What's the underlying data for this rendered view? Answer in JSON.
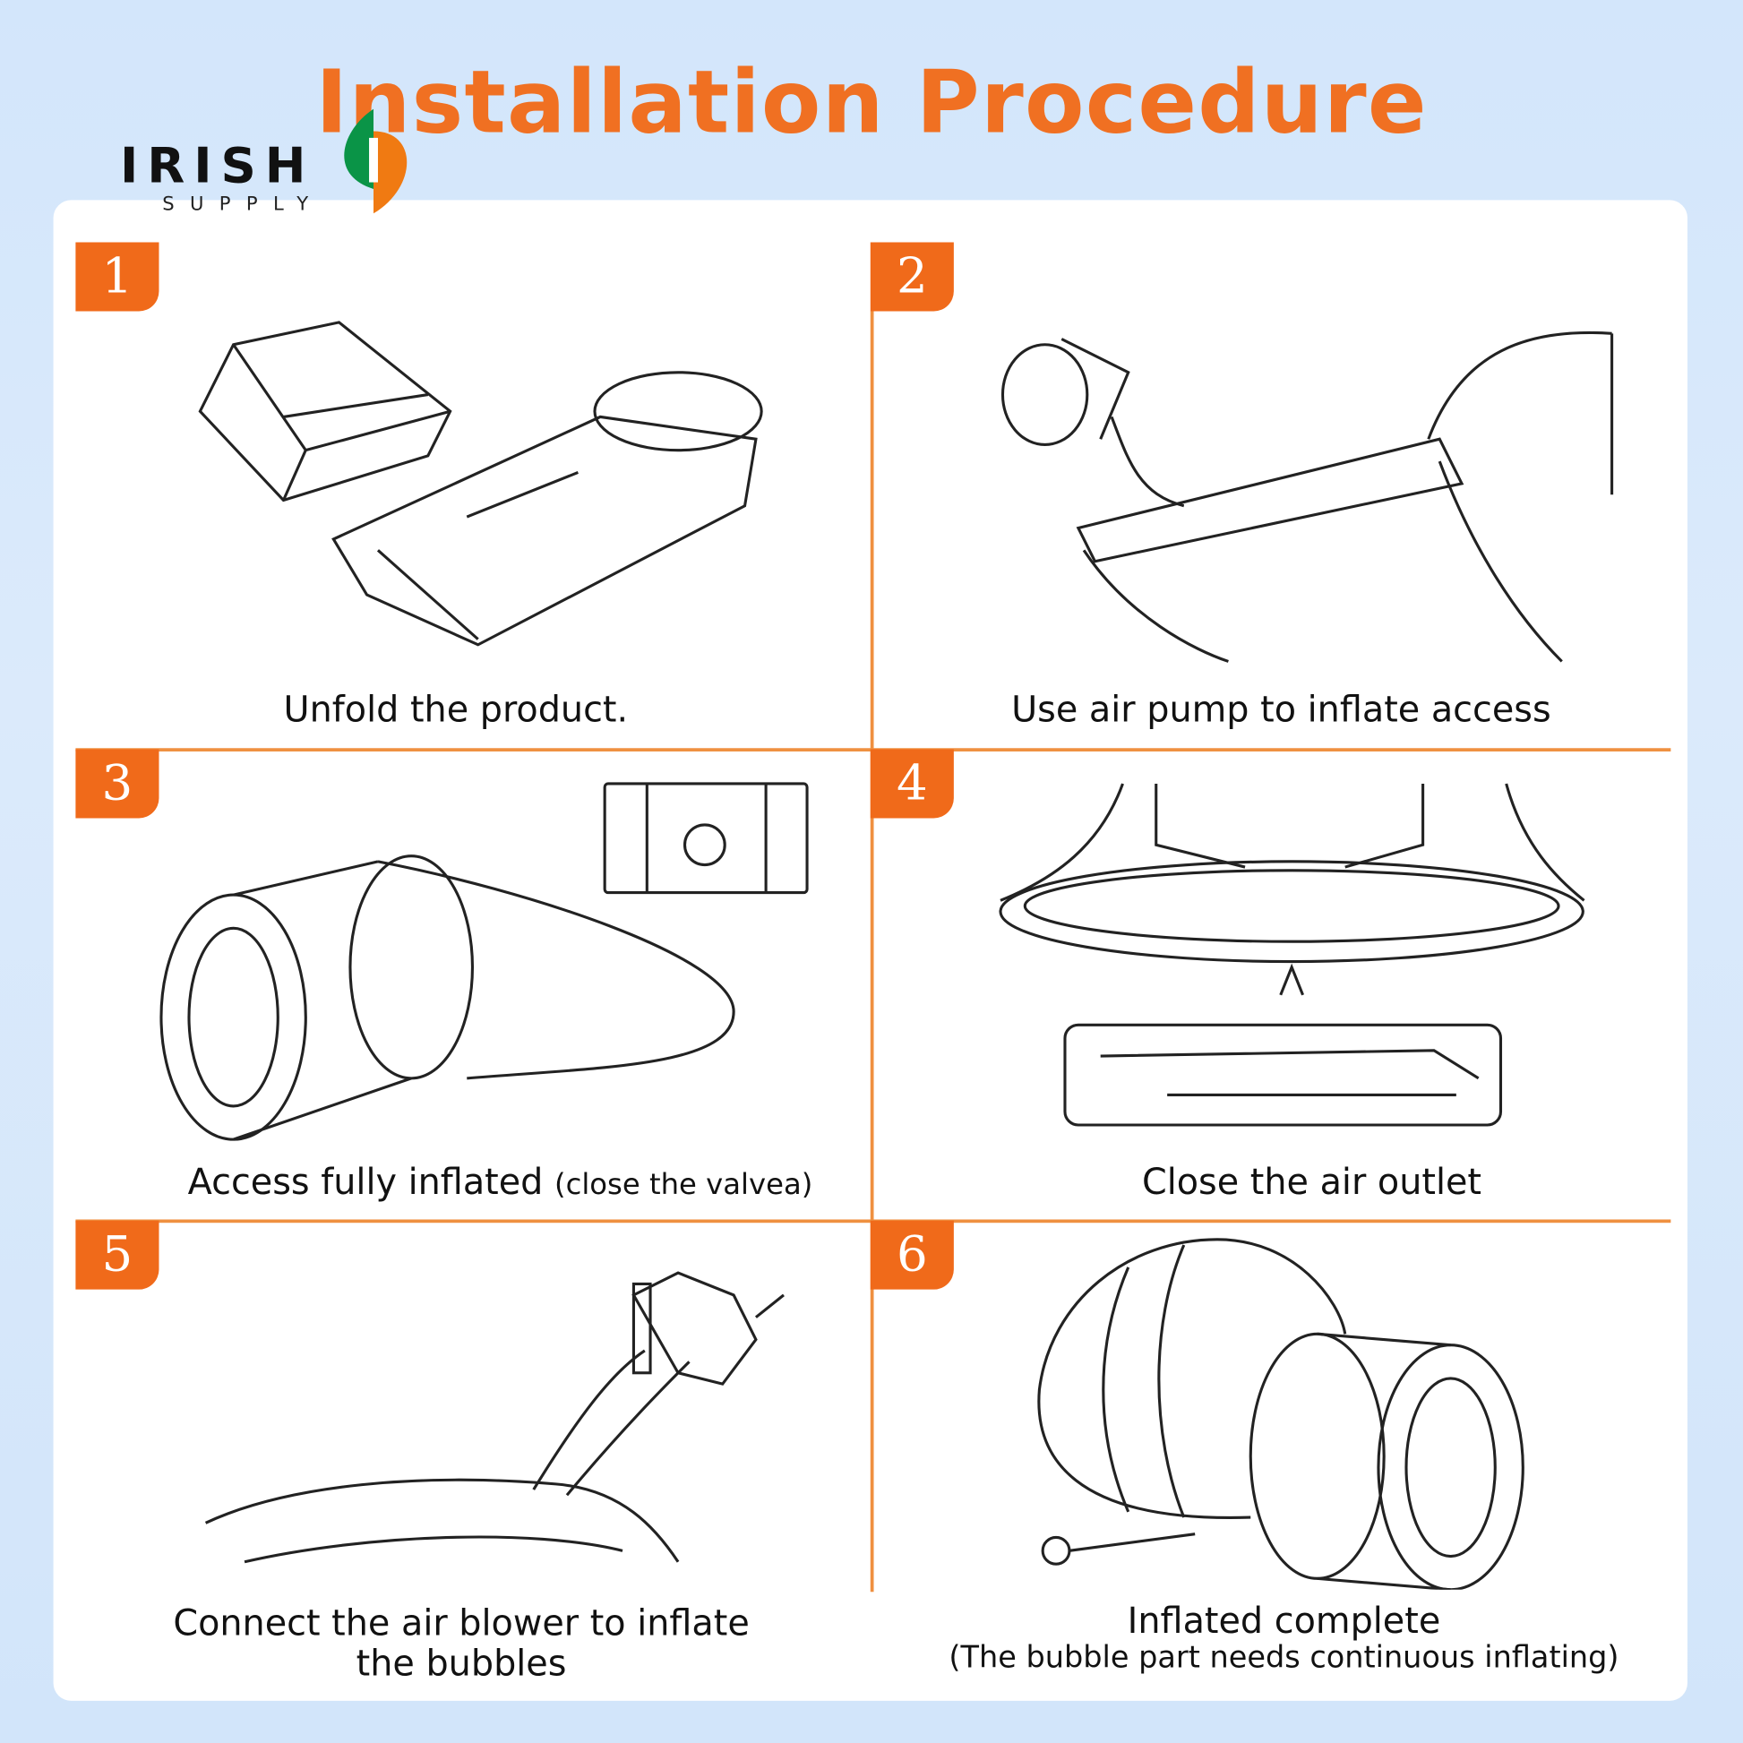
{
  "title": "Installation Procedure",
  "logo": {
    "word": "IRISH",
    "sub": "SUPPLY"
  },
  "steps": [
    {
      "number": "1",
      "caption": "Unfold the product."
    },
    {
      "number": "2",
      "caption": "Use air pump to inflate access"
    },
    {
      "number": "3",
      "caption": "Access fully inflated",
      "note": "(close the valvea)"
    },
    {
      "number": "4",
      "caption": "Close the air outlet"
    },
    {
      "number": "5",
      "caption": "Connect the air blower to inflate",
      "caption2": "the bubbles"
    },
    {
      "number": "6",
      "caption": "Inflated complete",
      "note": "(The bubble part needs continuous inflating)"
    }
  ],
  "colors": {
    "accent": "#f06a1a",
    "background": "#d6e8fb",
    "logo_green": "#0a9447",
    "logo_orange": "#f07a12"
  }
}
